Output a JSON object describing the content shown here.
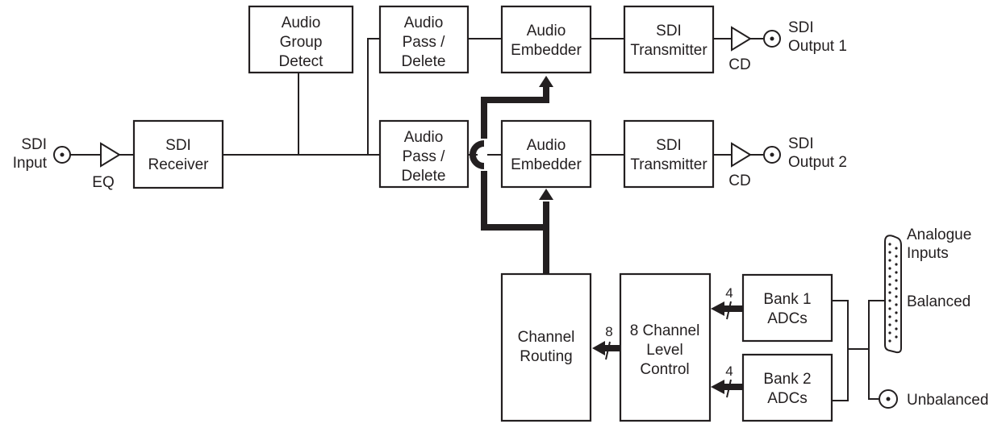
{
  "title": "SDI audio embedder block diagram",
  "colors": {
    "line": "#231f20",
    "background": "#ffffff"
  },
  "inputs": {
    "sdi_input": [
      "SDI",
      "Input"
    ],
    "eq": "EQ",
    "analogue_title": [
      "Analogue",
      "Inputs"
    ],
    "balanced": "Balanced",
    "unbalanced": "Unbalanced"
  },
  "blocks": {
    "sdi_receiver": [
      "SDI",
      "Receiver"
    ],
    "audio_group_detect": [
      "Audio",
      "Group",
      "Detect"
    ],
    "pass_delete_1": [
      "Audio",
      "Pass /",
      "Delete"
    ],
    "pass_delete_2": [
      "Audio",
      "Pass /",
      "Delete"
    ],
    "embedder_1": [
      "Audio",
      "Embedder"
    ],
    "embedder_2": [
      "Audio",
      "Embedder"
    ],
    "transmitter_1": [
      "SDI",
      "Transmitter"
    ],
    "transmitter_2": [
      "SDI",
      "Transmitter"
    ],
    "channel_routing": [
      "Channel",
      "Routing"
    ],
    "level_control": [
      "8 Channel",
      "Level",
      "Control"
    ],
    "bank1": [
      "Bank 1",
      "ADCs"
    ],
    "bank2": [
      "Bank 2",
      "ADCs"
    ]
  },
  "outputs": {
    "cd1": "CD",
    "cd2": "CD",
    "out1": [
      "SDI",
      "Output 1"
    ],
    "out2": [
      "SDI",
      "Output 2"
    ]
  },
  "bus_widths": {
    "level_to_routing": "8",
    "bank1_to_level": "4",
    "bank2_to_level": "4"
  }
}
